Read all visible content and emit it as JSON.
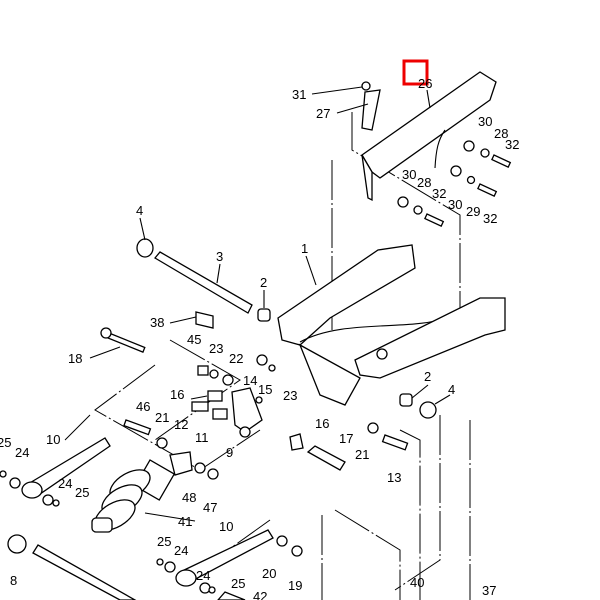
{
  "diagram": {
    "highlight_color": "#ee0000",
    "highlighted_part": "26",
    "labels": [
      "31",
      "26",
      "27",
      "30",
      "28",
      "32",
      "30",
      "28",
      "32",
      "30",
      "29",
      "32",
      "4",
      "3",
      "2",
      "1",
      "38",
      "45",
      "23",
      "22",
      "14",
      "15",
      "23",
      "16",
      "12",
      "46",
      "21",
      "11",
      "9",
      "16",
      "17",
      "21",
      "13",
      "2",
      "4",
      "18",
      "10",
      "25",
      "24",
      "24",
      "25",
      "41",
      "48",
      "47",
      "10",
      "25",
      "24",
      "24",
      "25",
      "20",
      "19",
      "8",
      "42",
      "40",
      "37"
    ]
  }
}
